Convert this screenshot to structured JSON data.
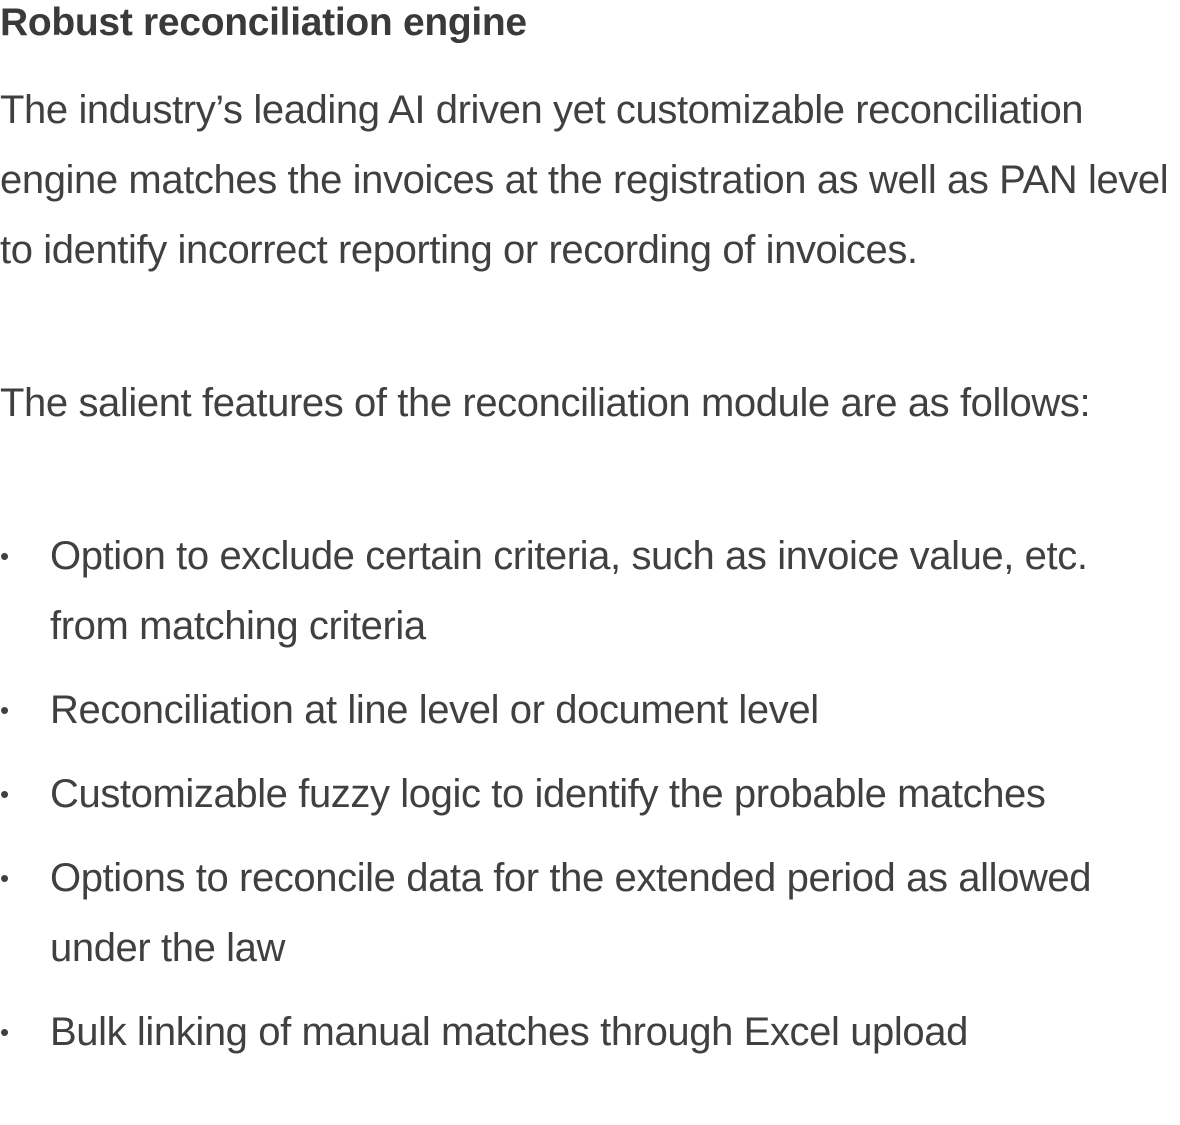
{
  "heading": "Robust reconciliation engine",
  "paragraphs": [
    "The industry’s leading AI driven yet customizable reconciliation engine matches the invoices at the registration as well as PAN level to identify incorrect reporting or recording of invoices.",
    "The salient features of the reconciliation module are as follows:"
  ],
  "bullet_glyph": "•",
  "features": [
    "Option to exclude certain criteria, such as invoice value, etc. from matching criteria",
    "Reconciliation at line level or document level",
    "Customizable fuzzy logic to identify the probable matches",
    "Options to reconcile data for the extended period as allowed under the law",
    "Bulk linking of manual matches through Excel upload"
  ]
}
